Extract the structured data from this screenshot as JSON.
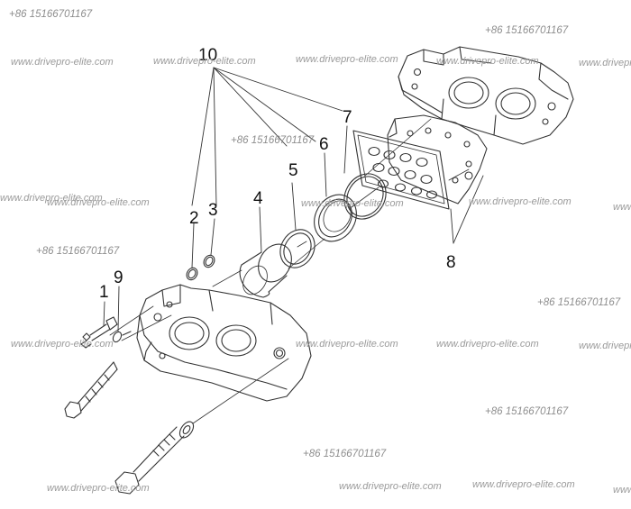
{
  "watermarks": {
    "site": "www.drivepro-elite.com",
    "phone": "+86 15166701167"
  },
  "callouts": [
    "1",
    "2",
    "3",
    "4",
    "5",
    "6",
    "7",
    "8",
    "9",
    "10"
  ],
  "colors": {
    "line": "#333333",
    "watermark": "#9a9a9a",
    "background": "#ffffff"
  }
}
